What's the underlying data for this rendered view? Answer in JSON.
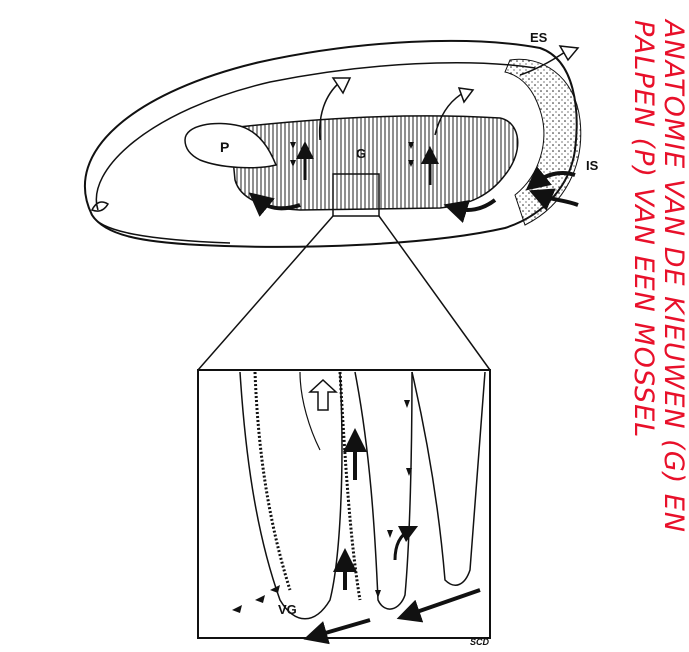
{
  "title": {
    "line1": "ANATOMIE VAN DE KIEUWEN (G) EN",
    "line2": "PALPEN (P) VAN EEN MOSSEL",
    "color": "#e8102a"
  },
  "labels": {
    "es": "ES",
    "is": "IS",
    "p": "P",
    "g": "G",
    "vg": "VG",
    "signature": "SCD"
  },
  "colors": {
    "ink": "#111111",
    "background": "#ffffff"
  }
}
